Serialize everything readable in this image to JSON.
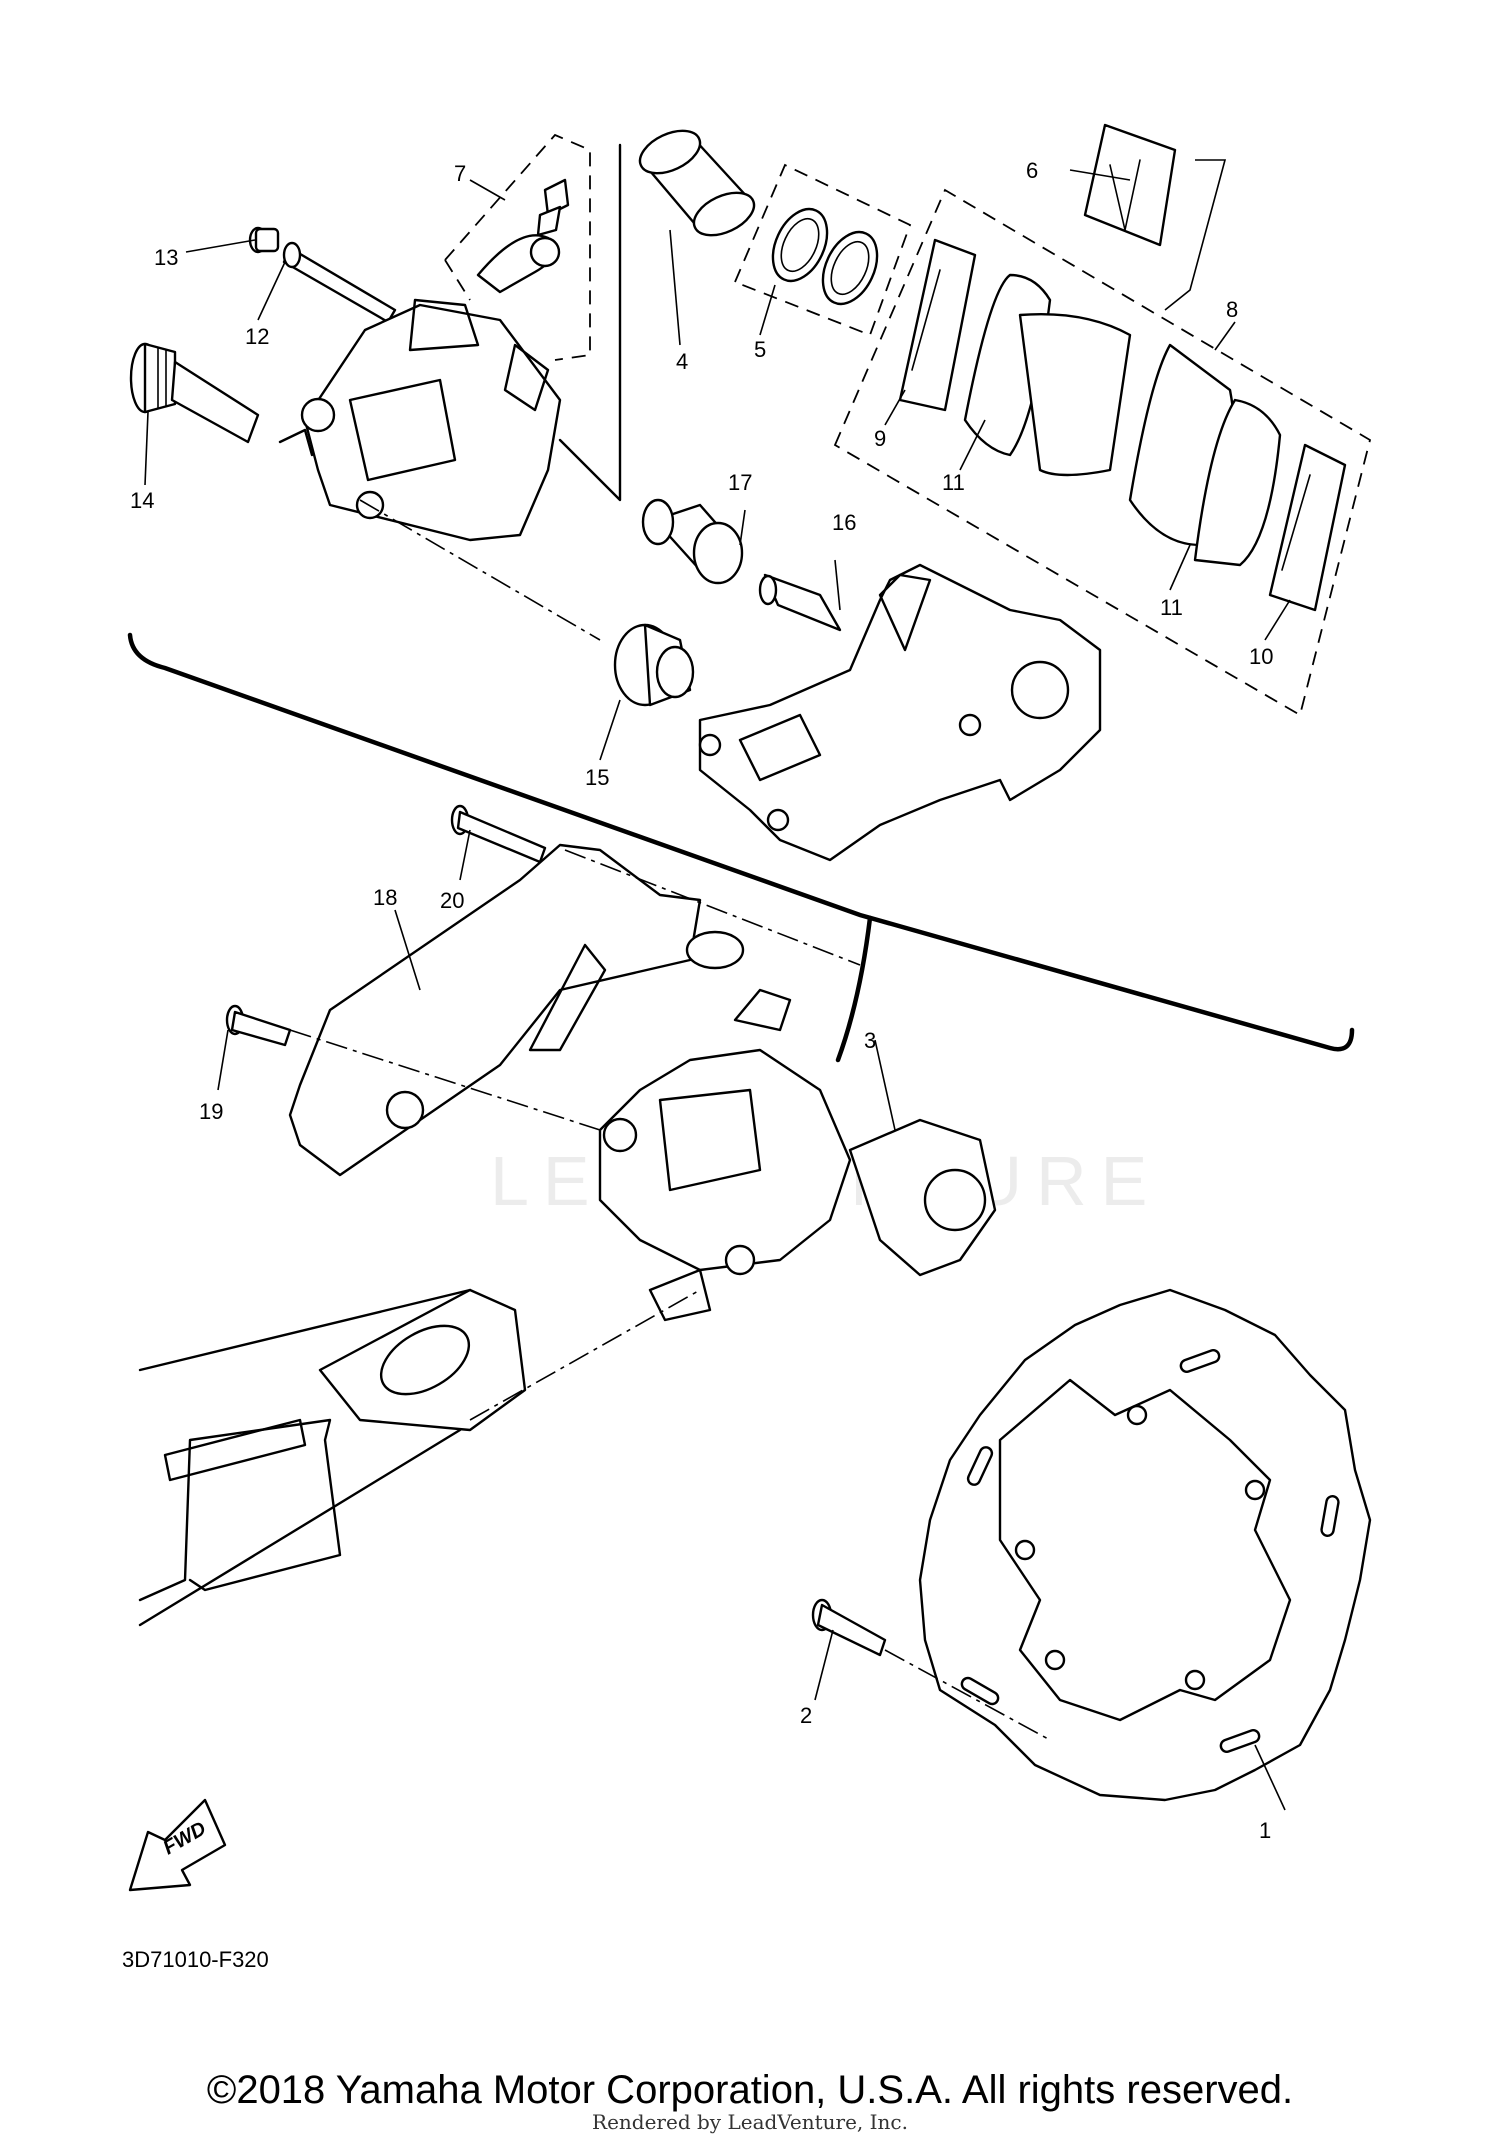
{
  "diagram": {
    "part_code": "3D71010-F320",
    "fwd_label": "FWD",
    "watermark": "LEADVENTURE",
    "callouts": {
      "c1": "1",
      "c2": "2",
      "c3": "3",
      "c4": "4",
      "c5": "5",
      "c6": "6",
      "c7": "7",
      "c8": "8",
      "c9": "9",
      "c10": "10",
      "c11a": "11",
      "c11b": "11",
      "c12": "12",
      "c13": "13",
      "c14": "14",
      "c15": "15",
      "c16": "16",
      "c17": "17",
      "c18": "18",
      "c19": "19",
      "c20": "20"
    }
  },
  "footer": {
    "copyright": "©2018 Yamaha Motor Corporation, U.S.A. All rights reserved.",
    "rendered_by": "Rendered by LeadVenture, Inc."
  }
}
